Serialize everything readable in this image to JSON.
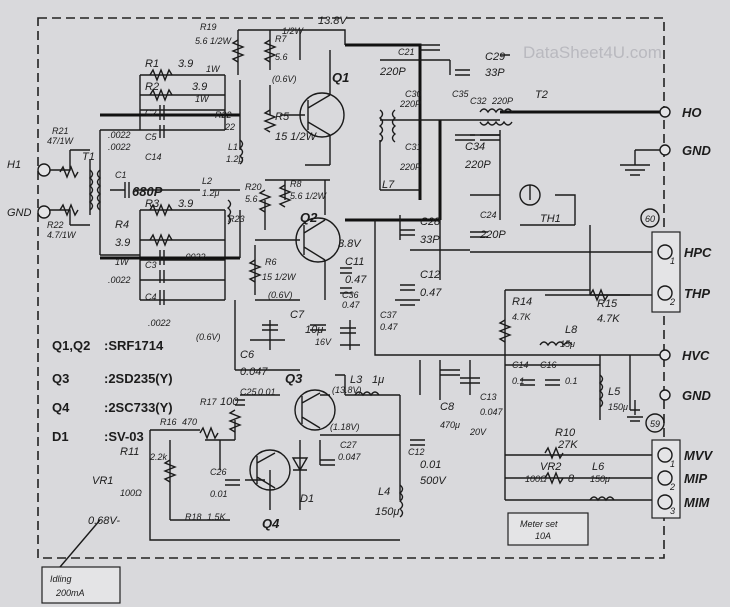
{
  "watermark": "DataSheet4U.com",
  "supply": {
    "v13_8_top": "13.8V",
    "v3_8": "3.8V",
    "v0_6_a": "(0.6V)",
    "v0_6_b": "(0.6V)",
    "v0_6_c": "(0.6V)",
    "v13_8_q3": "(13.8V)",
    "v1_18": "(1.18V)",
    "v0_68": "0.68V-"
  },
  "left_ports": {
    "h1": "H1",
    "gnd": "GND"
  },
  "right_ports": {
    "ho": "HO",
    "gnd_top": "GND",
    "hpc": "HPC",
    "thp": "THP",
    "hvc": "HVC",
    "gnd_mid": "GND",
    "mvv": "MVV",
    "mip": "MIP",
    "mim": "MIM"
  },
  "connector_labels": {
    "c60": "60",
    "c59": "59",
    "pin1a": "1",
    "pin2a": "2",
    "pin1b": "1",
    "pin2b": "2",
    "pin3b": "3"
  },
  "components": {
    "r21": "R21",
    "r21v": "47/1W",
    "r22": "R22",
    "r22v": "4.7/1W",
    "t1": "T1",
    "r1": "R1",
    "r1v": "3.9",
    "r1p": "1W",
    "r2": "R2",
    "r2v": "3.9",
    "r2p": "1W",
    "c2": "C2",
    "c5": "C5",
    "c14": "C14",
    "c1": "C1",
    "c1v": "680P",
    "v0022a": ".0022",
    "v0022b": ".0022",
    "v0022c": ".0022",
    "v0022d": ".0022",
    "v0022e": ".0022",
    "r3": "R3",
    "r3v": "3.9",
    "r4": "R4",
    "r4v": "3.9",
    "r4p": "1W",
    "c3": "C3",
    "c4": "C4",
    "r19": "R19",
    "r19v": "5.6 1/2W",
    "r7": "R7",
    "r7v": "5.6",
    "r7p": "1/2W",
    "q1": "Q1",
    "r5": "R5",
    "r5v": "15 1/2W",
    "r22b": "R22",
    "r22bv": "22",
    "l1": "L1",
    "l1v": "1.2μ",
    "l2": "L2",
    "l2v": "1.2μ",
    "r20": "R20",
    "r20v": "5.6",
    "r8": "R8",
    "r8v": "5.6 1/2W",
    "q2": "Q2",
    "r6": "R6",
    "r6v": "15 1/2W",
    "r23": "R23",
    "c21": "C21",
    "c21v": "220P",
    "c29": "C29",
    "c29v": "33P",
    "c30": "C30",
    "c30v": "220P",
    "c35": "C35",
    "c32": "C32",
    "c32v": "220P",
    "t2": "T2",
    "c31": "C31",
    "c31v": "220P",
    "c34": "C34",
    "c34v": "220P",
    "l7": "L7",
    "th1": "TH1",
    "c28": "C28",
    "c28v": "33P",
    "c24": "C24",
    "c24v": "220P",
    "c11": "C11",
    "c11v": "0.47",
    "c36": "C36",
    "c36v": "0.47",
    "c12": "C12",
    "c12v": "0.47",
    "c7": "C7",
    "c7v": "10μ",
    "c7p": "16V",
    "c37": "C37",
    "c37v": "0.47",
    "c6": "C6",
    "c6v": "0.047",
    "c25": "C25",
    "c25v": "0.01",
    "q3": "Q3",
    "l3": "L3",
    "l3v": "1μ",
    "r17": "R17",
    "r17v": "100",
    "r16": "R16",
    "r16v": "470",
    "c27": "C27",
    "c27v": "0.047",
    "c8": "C8",
    "c8v": "470μ",
    "c8p": "20V",
    "c13": "C13",
    "c13v": "0.047",
    "c12b": "C12",
    "c12bv": "0.01",
    "c12bp": "500V",
    "l4": "L4",
    "l4v": "150μ",
    "r11": "R11",
    "r11v": "2.2k",
    "vr1": "VR1",
    "vr1v": "100Ω",
    "c26": "C26",
    "c26v": "0.01",
    "d1": "D1",
    "q4": "Q4",
    "r18": "R18",
    "r18v": "1.5K",
    "r14": "R14",
    "r14v": "4.7K",
    "r15": "R15",
    "r15v": "4.7K",
    "l8": "L8",
    "l8v": "15μ",
    "c14b": "C14",
    "c14bv": "0.1",
    "c16": "C16",
    "c16v": "0.1",
    "l5": "L5",
    "l5v": "150μ",
    "r10": "R10",
    "r10v": "27K",
    "vr2": "VR2",
    "vr2v": "100Ω",
    "b8": "8",
    "l6": "L6",
    "l6v": "150μ"
  },
  "legend": {
    "q1q2_key": "Q1,Q2",
    "q1q2_val": ":SRF1714",
    "q3_key": "Q3",
    "q3_val": ":2SD235(Y)",
    "q4_key": "Q4",
    "q4_val": ":2SC733(Y)",
    "d1_key": "D1",
    "d1_val": ":SV-03"
  },
  "notes": {
    "meter_line1": "Meter set",
    "meter_line2": "10A",
    "idling_line1": "Idling",
    "idling_line2": "200mA"
  }
}
